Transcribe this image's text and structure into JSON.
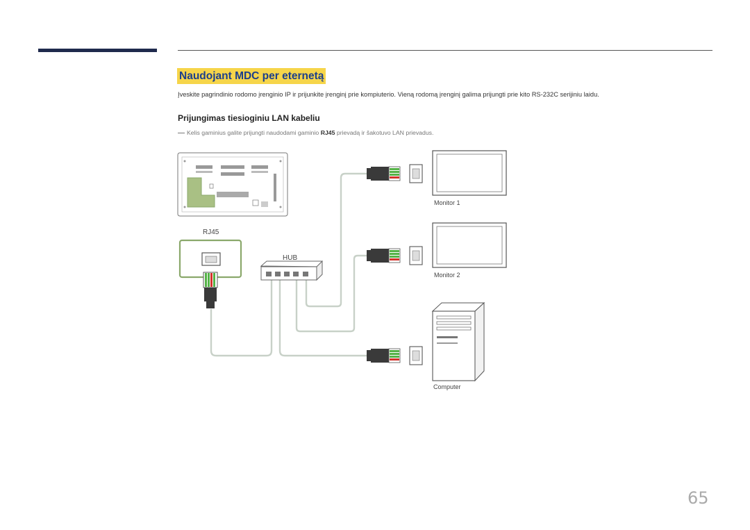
{
  "section": {
    "title": "Naudojant MDC per eternetą",
    "intro": "Įveskite pagrindinio rodomo įrenginio IP ir prijunkite įrenginį prie kompiuterio. Vieną rodomą įrenginį galima prijungti prie kito RS-232C serijiniu laidu.",
    "subtitle": "Prijungimas tiesioginiu LAN kabeliu",
    "note_pre": "Kelis gaminius galite prijungti naudodami gaminio ",
    "note_bold": "RJ45",
    "note_post": " prievadą ir šakotuvo LAN prievadus."
  },
  "diagram": {
    "rj45_label": "RJ45",
    "hub_label": "HUB",
    "monitor1_label": "Monitor 1",
    "monitor2_label": "Monitor 2",
    "computer_label": "Computer",
    "colors": {
      "cable": "#c8d1c8",
      "highlight": "#8aa86b",
      "plug": "#3a3a3a",
      "connector_green": "#55b247",
      "connector_red": "#d2332c"
    }
  },
  "page_number": "65"
}
